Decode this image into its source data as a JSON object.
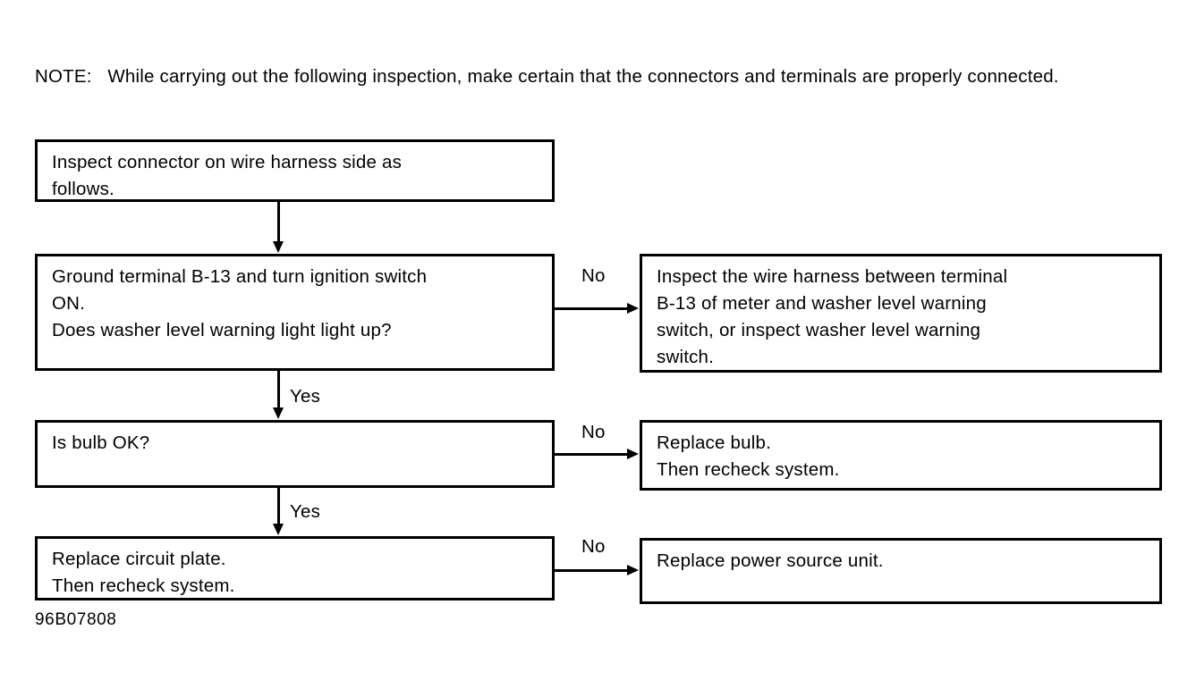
{
  "figure": {
    "note": {
      "label": "NOTE:",
      "text": "While carrying out the following inspection, make certain that the connectors and terminals are properly connected."
    },
    "code": "96B07808",
    "nodes": [
      {
        "id": "inspect-connector",
        "text": "Inspect connector on wire harness side as\nfollows."
      },
      {
        "id": "ground-terminal",
        "text": "Ground terminal B-13 and turn ignition switch\nON.\nDoes washer level warning light light up?"
      },
      {
        "id": "inspect-wire-harness",
        "text": "Inspect the wire harness between terminal\nB-13 of meter and washer level warning\nswitch, or inspect washer level warning\nswitch."
      },
      {
        "id": "is-bulb-ok",
        "text": "Is bulb OK?"
      },
      {
        "id": "replace-bulb",
        "text": "Replace bulb.\nThen recheck system."
      },
      {
        "id": "replace-circuit-plate",
        "text": "Replace circuit plate.\nThen recheck system."
      },
      {
        "id": "replace-power-source-unit",
        "text": "Replace power source unit."
      }
    ],
    "edges": [
      {
        "id": "no-1",
        "label": "No"
      },
      {
        "id": "yes-1",
        "label": "Yes"
      },
      {
        "id": "no-2",
        "label": "No"
      },
      {
        "id": "yes-2",
        "label": "Yes"
      },
      {
        "id": "no-3",
        "label": "No"
      }
    ]
  }
}
